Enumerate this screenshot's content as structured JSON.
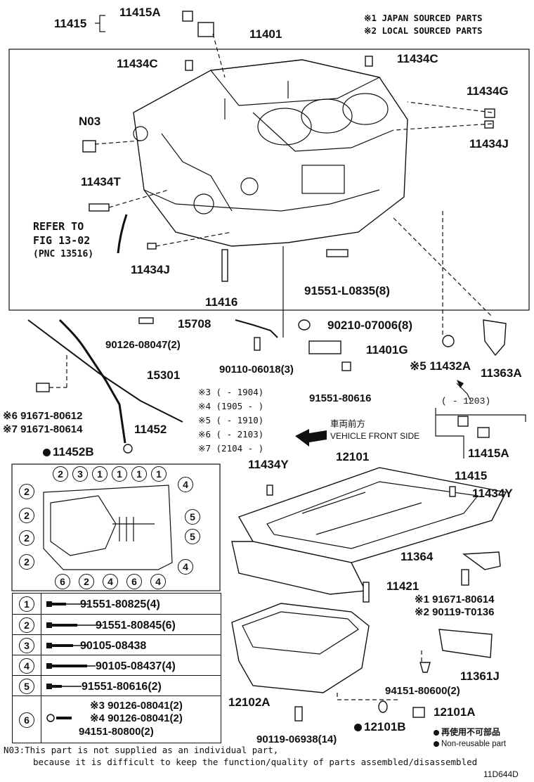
{
  "header_notes": {
    "note1": "※1 JAPAN SOURCED PARTS",
    "note2": "※2 LOCAL SOURCED PARTS"
  },
  "block_labels": {
    "p11415": "11415",
    "p11415A_top": "11415A",
    "p11401": "11401",
    "p11434C_left": "11434C",
    "p11434C_right": "11434C",
    "p11434G": "11434G",
    "pN03": "N03",
    "p11434J_right": "11434J",
    "p11434T": "11434T",
    "refer_line1": "REFER TO",
    "refer_line2": "FIG 13-02",
    "refer_line3": "(PNC 13516)",
    "p11434J_left": "11434J",
    "p91551_L0835": "91551-L0835(8)",
    "p11416": "11416"
  },
  "middle_labels": {
    "p90126_08047": "90126-08047(2)",
    "p15708": "15708",
    "p90210_07006": "90210-07006(8)",
    "p11401G": "11401G",
    "p90110_06018": "90110-06018(3)",
    "p15301": "15301",
    "p11432A": "※5 11432A",
    "p11363A": "11363A",
    "p91551_80616": "91551-80616",
    "p91671_80612": "※6 91671-80612",
    "p91671_80614": "※7 91671-80614",
    "p11452": "11452",
    "p11452B": "11452B",
    "range_1203": "(     - 1203)",
    "p11415A_lower": "11415A",
    "p11415_lower": "11415",
    "vehicle_front_jp": "車両前方",
    "vehicle_front_en": "VEHICLE FRONT SIDE"
  },
  "date_ranges": [
    "※3 (      - 1904)",
    "※4 (1905 -      )",
    "※5 (      - 1910)",
    "※6 (      - 2103)",
    "※7 (2104 -      )"
  ],
  "pan_labels": {
    "p11434Y_left": "11434Y",
    "p12101": "12101",
    "p11434Y_right": "11434Y",
    "p11364": "11364",
    "p11421": "11421",
    "p91671_80614b": "※1 91671-80614",
    "p90119_T0136": "※2 90119-T0136",
    "p11361J": "11361J",
    "p94151_80600": "94151-80600(2)",
    "p12102A": "12102A",
    "p12101A": "12101A",
    "p90119_06938": "90119-06938(14)",
    "p12101B": "12101B",
    "legend_jp": "再使用不可部品",
    "legend_en": "Non-reusable part"
  },
  "bolt_map_top": [
    "2",
    "3",
    "1",
    "1",
    "1",
    "1"
  ],
  "bolt_map_left": [
    "2",
    "2",
    "2",
    "2"
  ],
  "bolt_map_right": [
    "4",
    "5",
    "5",
    "4"
  ],
  "bolt_map_bottom": [
    "6",
    "2",
    "4",
    "6",
    "4"
  ],
  "bolt_table": [
    {
      "key": "1",
      "part": "91551-80825(4)"
    },
    {
      "key": "2",
      "part": "91551-80845(6)"
    },
    {
      "key": "3",
      "part": "90105-08438"
    },
    {
      "key": "4",
      "part": "90105-08437(4)"
    },
    {
      "key": "5",
      "part": "91551-80616(2)"
    }
  ],
  "bolt_table_row6": {
    "key": "6",
    "line1": "※3 90126-08041(2)",
    "line2": "※4 90126-08041(2)",
    "line3": "94151-80800(2)"
  },
  "footnote": {
    "line1": "N03:This part is not supplied as an individual part,",
    "line2": "because it is difficult to keep the function/quality of parts assembled/disassembled"
  },
  "figure_code": "11D644D"
}
